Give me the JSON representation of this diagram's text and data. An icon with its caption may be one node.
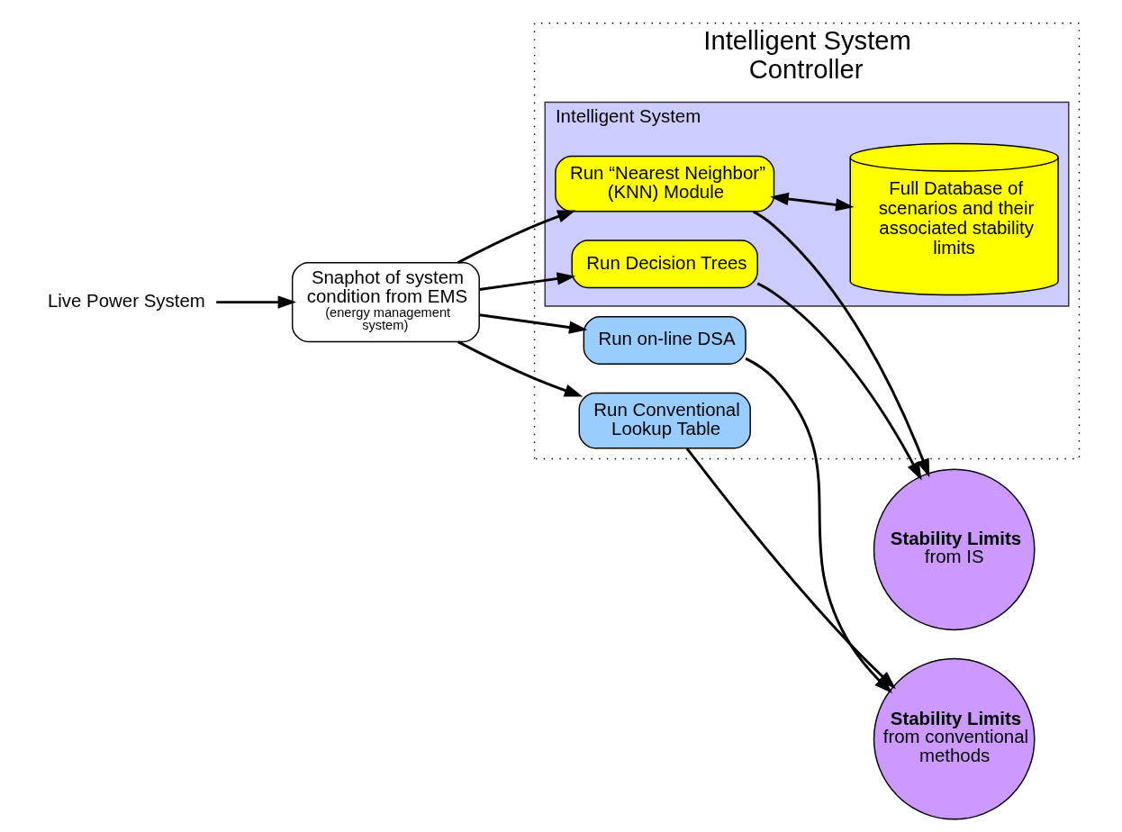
{
  "diagram": {
    "nodes": [
      {
        "text": [
          "Intelligent System Controller"
        ]
      },
      {
        "text": [
          "Intelligent System"
        ],
        "in": 0
      },
      {
        "text": [
          "Live Power System"
        ]
      },
      {
        "text": [
          "Snaphot of system condition from EMS",
          "(energy management system)"
        ]
      },
      {
        "text": [
          "Run Decision Trees"
        ],
        "in": 1
      },
      {
        "text": [
          "Run “Nearest Neighbor” (KNN) Module"
        ],
        "in": 1
      },
      {
        "text": [
          "Full Database of scenarios and their associated stability limits"
        ],
        "in": 1
      },
      {
        "text": [
          "Run on-line DSA"
        ],
        "in": 0
      },
      {
        "text": [
          "Run Conventional Lookup Table"
        ],
        "in": 0
      },
      {
        "text": [
          "Stability Limits",
          "from IS"
        ]
      },
      {
        "text": [
          "Stability Limits",
          "from conventional methods"
        ]
      }
    ],
    "edges": [
      {
        "from": 2,
        "to": 3,
        "arrow": "to"
      },
      {
        "from": 3,
        "to": 4,
        "arrow": "to"
      },
      {
        "from": 3,
        "to": 5,
        "arrow": "to"
      },
      {
        "from": 3,
        "to": 7,
        "arrow": "to"
      },
      {
        "from": 3,
        "to": 8,
        "arrow": "to"
      },
      {
        "from": 5,
        "to": 6,
        "arrow": "both"
      },
      {
        "from": 4,
        "to": 9,
        "arrow": "to"
      },
      {
        "from": 5,
        "to": 9,
        "arrow": "to"
      },
      {
        "from": 7,
        "to": 10,
        "arrow": "to"
      },
      {
        "from": 8,
        "to": 10,
        "arrow": "to"
      }
    ]
  }
}
